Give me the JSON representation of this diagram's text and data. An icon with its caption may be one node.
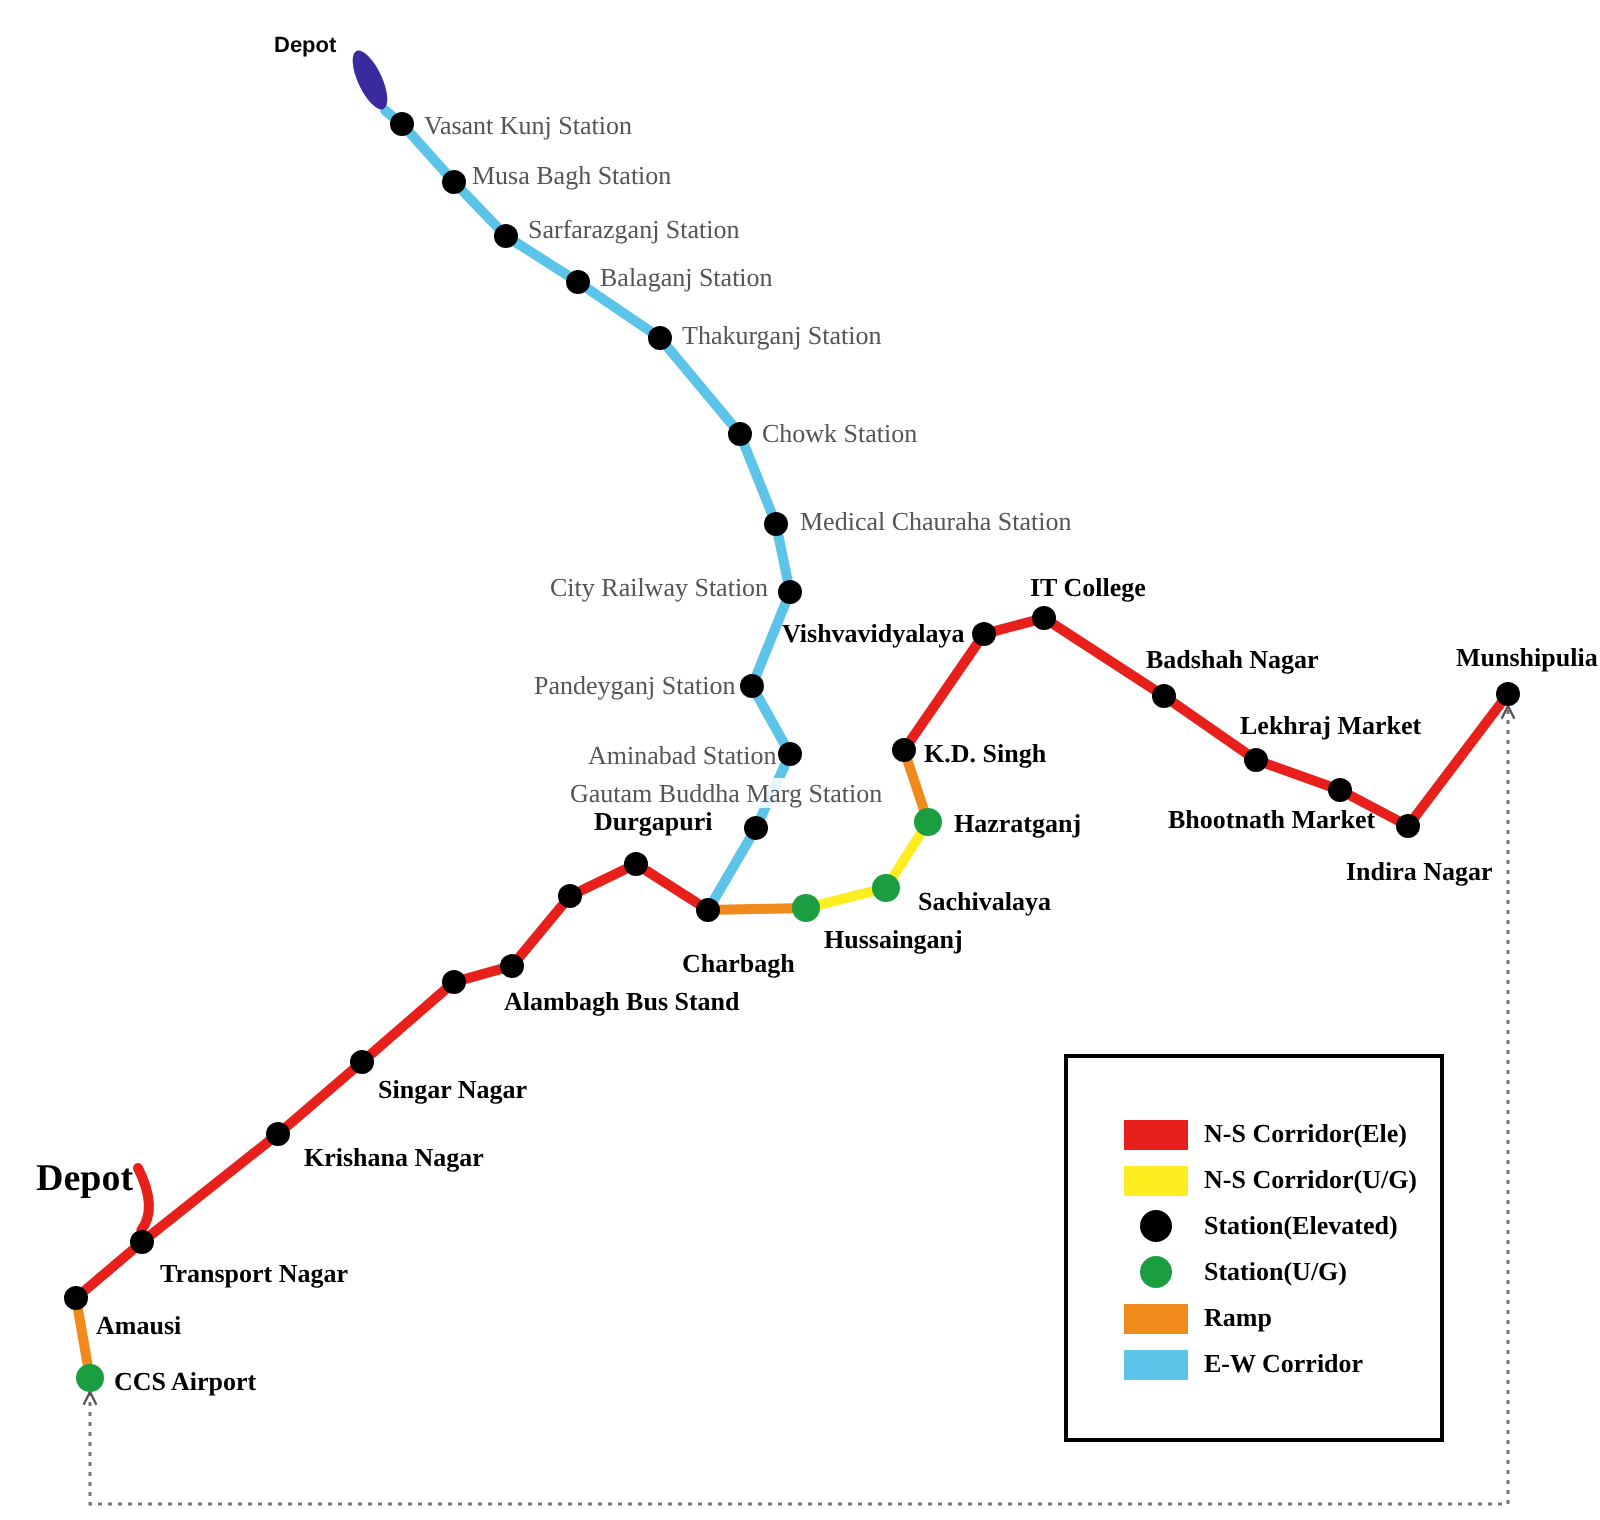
{
  "diagram": {
    "nodes": [
      {
        "text": [],
        "shape": "ellipse",
        "beside": [
          "Depot"
        ]
      },
      {
        "text": [],
        "shape": "circle",
        "beside": [
          "Vasant Kunj Station"
        ]
      },
      {
        "text": [],
        "shape": "circle",
        "beside": [
          "Musa Bagh Station"
        ]
      },
      {
        "text": [],
        "shape": "circle",
        "beside": [
          "Sarfarazganj Station"
        ]
      },
      {
        "text": [],
        "shape": "circle",
        "beside": [
          "Balaganj Station"
        ]
      },
      {
        "text": [],
        "shape": "circle",
        "beside": [
          "Thakurganj Station"
        ]
      },
      {
        "text": [],
        "shape": "circle",
        "beside": [
          "Chowk Station"
        ]
      },
      {
        "text": [],
        "shape": "circle",
        "beside": [
          "Medical Chauraha Station"
        ]
      },
      {
        "text": [],
        "shape": "circle",
        "beside": [
          "City Railway Station"
        ]
      },
      {
        "text": [],
        "shape": "circle",
        "beside": [
          "Pandeyganj Station"
        ]
      },
      {
        "text": [],
        "shape": "circle",
        "beside": [
          "Aminabad Station"
        ]
      },
      {
        "text": [],
        "shape": "circle",
        "beside": [
          "Gautam Buddha Marg Station"
        ]
      },
      {
        "text": [],
        "shape": "circle",
        "beside": [
          "Charbagh"
        ]
      },
      {
        "text": [],
        "shape": "circle",
        "beside": [
          "Hussainganj"
        ]
      },
      {
        "text": [],
        "shape": "circle",
        "beside": [
          "Sachivalaya"
        ]
      },
      {
        "text": [],
        "shape": "circle",
        "beside": [
          "Hazratganj"
        ]
      },
      {
        "text": [],
        "shape": "circle",
        "beside": [
          "K.D. Singh"
        ]
      },
      {
        "text": [],
        "shape": "circle",
        "beside": [
          "Vishvavidyalaya"
        ]
      },
      {
        "text": [],
        "shape": "circle",
        "beside": [
          "IT College"
        ]
      },
      {
        "text": [],
        "shape": "circle",
        "beside": [
          "Badshah Nagar"
        ]
      },
      {
        "text": [],
        "shape": "circle",
        "beside": [
          "Lekhraj Market"
        ]
      },
      {
        "text": [],
        "shape": "circle",
        "beside": [
          "Bhootnath Market"
        ]
      },
      {
        "text": [],
        "shape": "circle",
        "beside": [
          "Indira Nagar"
        ]
      },
      {
        "text": [],
        "shape": "circle",
        "beside": [
          "Munshipulia"
        ]
      },
      {
        "text": [],
        "shape": "circle",
        "beside": [
          "Durgapuri"
        ]
      },
      {
        "text": [],
        "shape": "circle"
      },
      {
        "text": [],
        "shape": "circle",
        "beside": [
          "Alambagh Bus Stand"
        ]
      },
      {
        "text": [],
        "shape": "circle"
      },
      {
        "text": [],
        "shape": "circle",
        "beside": [
          "Singar Nagar"
        ]
      },
      {
        "text": [],
        "shape": "circle",
        "beside": [
          "Krishana Nagar"
        ]
      },
      {
        "text": [],
        "shape": "circle",
        "beside": [
          "Transport Nagar"
        ]
      },
      {
        "text": [
          "Depot"
        ]
      },
      {
        "text": [],
        "shape": "circle",
        "beside": [
          "Amausi"
        ]
      },
      {
        "text": [],
        "shape": "circle",
        "beside": [
          "CCS Airport"
        ]
      }
    ],
    "edges": [
      {
        "from": 0,
        "to": 1,
        "arrow": "none",
        "color": "#5bc4e8"
      },
      {
        "from": 1,
        "to": 2,
        "arrow": "none",
        "color": "#5bc4e8"
      },
      {
        "from": 2,
        "to": 3,
        "arrow": "none",
        "color": "#5bc4e8"
      },
      {
        "from": 3,
        "to": 4,
        "arrow": "none",
        "color": "#5bc4e8"
      },
      {
        "from": 4,
        "to": 5,
        "arrow": "none",
        "color": "#5bc4e8"
      },
      {
        "from": 5,
        "to": 6,
        "arrow": "none",
        "color": "#5bc4e8"
      },
      {
        "from": 6,
        "to": 7,
        "arrow": "none",
        "color": "#5bc4e8"
      },
      {
        "from": 7,
        "to": 8,
        "arrow": "none",
        "color": "#5bc4e8"
      },
      {
        "from": 8,
        "to": 9,
        "arrow": "none",
        "color": "#5bc4e8"
      },
      {
        "from": 9,
        "to": 10,
        "arrow": "none",
        "color": "#5bc4e8"
      },
      {
        "from": 10,
        "to": 11,
        "arrow": "none",
        "color": "#5bc4e8"
      },
      {
        "from": 11,
        "to": 12,
        "arrow": "none",
        "color": "#5bc4e8"
      },
      {
        "from": 12,
        "to": 13,
        "arrow": "none",
        "color": "#f08a1c"
      },
      {
        "from": 13,
        "to": 14,
        "arrow": "none",
        "color": "#ffee1f"
      },
      {
        "from": 14,
        "to": 15,
        "arrow": "none",
        "color": "#ffee1f"
      },
      {
        "from": 15,
        "to": 16,
        "arrow": "none",
        "color": "#f08a1c"
      },
      {
        "from": 16,
        "to": 17,
        "arrow": "none"
      },
      {
        "from": 17,
        "to": 18,
        "arrow": "none"
      },
      {
        "from": 18,
        "to": 19,
        "arrow": "none"
      },
      {
        "from": 19,
        "to": 20,
        "arrow": "none"
      },
      {
        "from": 20,
        "to": 21,
        "arrow": "none"
      },
      {
        "from": 21,
        "to": 22,
        "arrow": "none"
      },
      {
        "from": 22,
        "to": 23,
        "arrow": "none"
      },
      {
        "from": 12,
        "to": 24,
        "arrow": "none"
      },
      {
        "from": 24,
        "to": 25,
        "arrow": "none"
      },
      {
        "from": 25,
        "to": 26,
        "arrow": "none"
      },
      {
        "from": 26,
        "to": 27,
        "arrow": "none"
      },
      {
        "from": 27,
        "to": 28,
        "arrow": "none"
      },
      {
        "from": 28,
        "to": 29,
        "arrow": "none"
      },
      {
        "from": 29,
        "to": 30,
        "arrow": "none"
      },
      {
        "from": 31,
        "to": 30,
        "arrow": "none"
      },
      {
        "from": 30,
        "to": 32,
        "arrow": "none"
      },
      {
        "from": 32,
        "to": 33,
        "arrow": "none",
        "color": "#f08a1c"
      },
      {
        "from": 33,
        "to": 23,
        "arrow": "both",
        "style": "dashed",
        "color": "#777777"
      }
    ],
    "legend": [
      {
        "text": "N-S Corridor(Ele)",
        "color": "#e8201b"
      },
      {
        "text": "N-S Corridor(U/G)",
        "color": "#ffee1f"
      },
      {
        "text": "Station(Elevated)",
        "color": "#000000"
      },
      {
        "text": "Station(U/G)",
        "color": "#1a9e3f"
      },
      {
        "text": "Ramp",
        "color": "#f08a1c"
      },
      {
        "text": "E-W Corridor",
        "color": "#5bc4e8"
      }
    ]
  }
}
